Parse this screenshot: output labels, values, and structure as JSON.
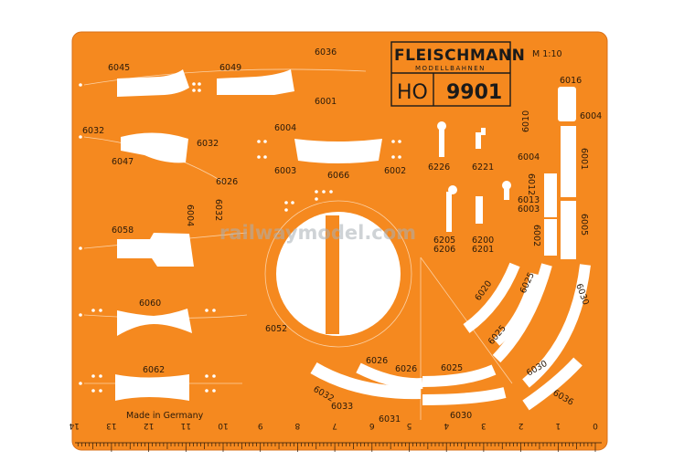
{
  "brand": {
    "name": "FLEISCHMANN",
    "subtitle": "MODELLBAHNEN",
    "scale_prefix": "HO",
    "model_number": "9901",
    "scale_ratio": "M 1:10"
  },
  "made_in": "Made in Germany",
  "watermark": "railwaymodel.com",
  "part_labels": {
    "p6045": "6045",
    "p6049": "6049",
    "p6036_top": "6036",
    "p6001_top": "6001",
    "p6032_a": "6032",
    "p6047": "6047",
    "p6032_b": "6032",
    "p6026_top": "6026",
    "p6004_mid": "6004",
    "p6003_mid": "6003",
    "p6066": "6066",
    "p6002_mid": "6002",
    "p6058": "6058",
    "p6004_v": "6004",
    "p6032_v": "6032",
    "p6060": "6060",
    "p6062": "6062",
    "p6052": "6052",
    "p6226": "6226",
    "p6221": "6221",
    "p6013": "6013",
    "p6003_r": "6003",
    "p6205": "6205",
    "p6206": "6206",
    "p6200": "6200",
    "p6201": "6201",
    "p6020": "6020",
    "p6025_a": "6025",
    "p6025_b": "6025",
    "p6025_c": "6025",
    "p6030_a": "6030",
    "p6030_b": "6030",
    "p6030_c": "6030",
    "p6026_a": "6026",
    "p6026_b": "6026",
    "p6032_bot": "6032",
    "p6033": "6033",
    "p6031": "6031",
    "p6036_bot": "6036",
    "p6016": "6016",
    "p6004_r": "6004",
    "p6001_r": "6001",
    "p6005": "6005",
    "p6010": "6010",
    "p6012": "6012",
    "p6004_rv": "6004",
    "p6002_r": "6002"
  },
  "ruler": {
    "ticks": [
      "0",
      "1",
      "2",
      "3",
      "4",
      "5",
      "6",
      "7",
      "8",
      "9",
      "10",
      "11",
      "12",
      "13",
      "14"
    ]
  },
  "colors": {
    "stencil": "#f5891f",
    "stencil_edge": "#d8701a",
    "cutout": "#ffffff",
    "ink": "#2a1a0a"
  }
}
